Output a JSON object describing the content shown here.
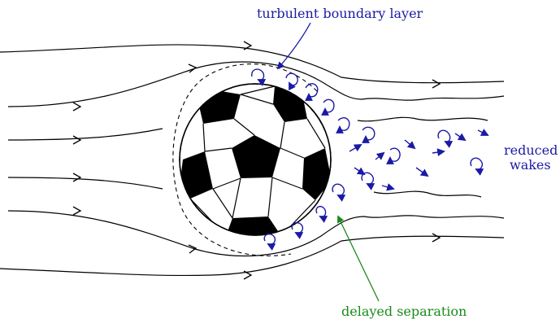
{
  "labels": {
    "boundary_layer": "turbulent boundary layer",
    "separation": "delayed separation",
    "wakes_line1": "reduced",
    "wakes_line2": "wakes"
  },
  "colors": {
    "flow_lines": "#000000",
    "vortices": "#1a1aa6",
    "boundary_label": "#1a1aa6",
    "separation_label": "#1b8a1b",
    "ball_patch": "#000000"
  }
}
